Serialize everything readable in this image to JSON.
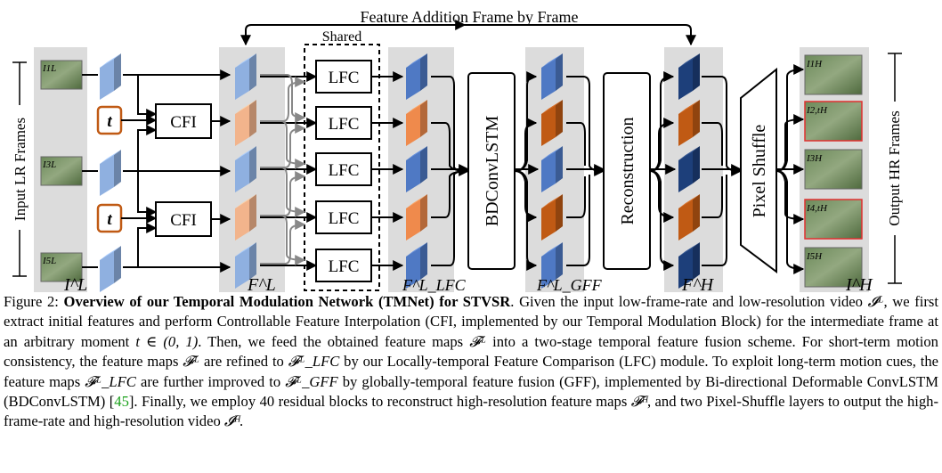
{
  "diagram": {
    "top_label": "Feature Addition Frame by Frame",
    "shared_label": "Shared",
    "left_axis_label": "Input LR Frames",
    "right_axis_label": "Output HR Frames",
    "t_symbol": "t",
    "modules": {
      "cfi": "CFI",
      "lfc": "LFC",
      "bdconvlstm": "BDConvLSTM",
      "reconstruction": "Reconstruction",
      "pixel_shuffle": "Pixel Shuffle"
    },
    "input_frame_labels": [
      "I1L",
      "I3L",
      "I5L"
    ],
    "output_frame_labels": [
      "I1H",
      "I2,tH",
      "I3H",
      "I4,tH",
      "I5H"
    ],
    "group_labels": {
      "input_set": "I^L",
      "f_l": "F^L",
      "f_lfc": "F^L_LFC",
      "f_gff": "F^L_GFF",
      "f_h": "F^H",
      "output_set": "I^H"
    },
    "colors": {
      "light_blue": "#8fb0e0",
      "mid_blue": "#4f79c4",
      "dark_blue": "#1d3f7a",
      "light_orange": "#f2b48c",
      "mid_orange": "#ef8a4c",
      "dark_orange": "#c05a14",
      "panel_gray": "#dcdcdc",
      "t_border": "#c05a14",
      "interp_frame_border": "#e03030"
    }
  },
  "caption": {
    "figure_label": "Figure 2:",
    "bold_title": "Overview of our Temporal Modulation Network (TMNet) for STVSR",
    "seg1": ". Given the input low-frame-rate and low-resolution video ",
    "sym_IL": "𝓘ᴸ",
    "seg2": ", we first extract initial features and perform Controllable Feature Interpolation (CFI, implemented by our Temporal Modulation Block) for the intermediate frame at an arbitrary moment ",
    "sym_t_range": "t ∈ (0, 1)",
    "seg3": ". Then, we feed the obtained feature maps ",
    "sym_FL": "𝓕ᴸ",
    "seg4": " into a two-stage temporal feature fusion scheme. For short-term motion consistency, the feature maps ",
    "sym_FL2": "𝓕ᴸ",
    "seg5": " are refined to ",
    "sym_FLFC": "𝓕ᴸ_LFC",
    "seg6": " by our Locally-temporal Feature Comparison (LFC) module. To exploit long-term motion cues, the feature maps ",
    "sym_FLFC2": "𝓕ᴸ_LFC",
    "seg7": " are further improved to ",
    "sym_FGFF": "𝓕ᴸ_GFF",
    "seg8": " by globally-temporal feature fusion (GFF), implemented by Bi-directional Deformable ConvLSTM (BDConvLSTM) [",
    "ref": "45",
    "seg9": "]. Finally, we employ 40 residual blocks to reconstruct high-resolution feature maps ",
    "sym_FH": "𝓕ᴴ",
    "seg10": ", and two Pixel-Shuffle layers to output the high-frame-rate and high-resolution video ",
    "sym_IH": "𝓘ᴴ",
    "seg11": "."
  }
}
